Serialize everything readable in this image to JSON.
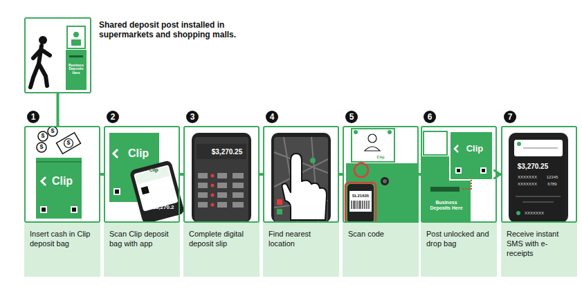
{
  "diagram": {
    "nodes": [
      {
        "text": [
          "Shared deposit post installed in supermarkets and shopping malls."
        ]
      },
      {
        "text": [
          "1",
          "Insert cash in Clip deposit bag"
        ]
      },
      {
        "text": [
          "2",
          "Scan Clip deposit bag with app"
        ]
      },
      {
        "text": [
          "3",
          "Complete digital deposit slip"
        ]
      },
      {
        "text": [
          "4",
          "Find nearest location"
        ]
      },
      {
        "text": [
          "5",
          "Scan code"
        ]
      },
      {
        "text": [
          "6",
          "Post unlocked and drop bag"
        ]
      },
      {
        "text": [
          "7",
          "Receive instant SMS with e-receipts"
        ]
      }
    ],
    "edges": [
      {
        "from": 0,
        "to": 1,
        "arrow": "none"
      },
      {
        "from": 1,
        "to": 2,
        "arrow": "none"
      },
      {
        "from": 2,
        "to": 3,
        "arrow": "none"
      },
      {
        "from": 3,
        "to": 4,
        "arrow": "none"
      },
      {
        "from": 4,
        "to": 5,
        "arrow": "none"
      },
      {
        "from": 5,
        "to": 6,
        "arrow": "none"
      },
      {
        "from": 6,
        "to": 7,
        "arrow": "to"
      }
    ],
    "labels": [
      "Business Deposits Here",
      "$",
      "$",
      "$",
      "$",
      "Clip",
      "Clip",
      "Clip",
      "$3,270.2",
      "$3,270.25",
      "Clip",
      "SL21635",
      "Business Deposits Here",
      "Clip",
      "$3,270.25",
      "XXXXXXX",
      "12345",
      "XXXXXXX",
      "6789",
      "XXXXXXX"
    ]
  }
}
